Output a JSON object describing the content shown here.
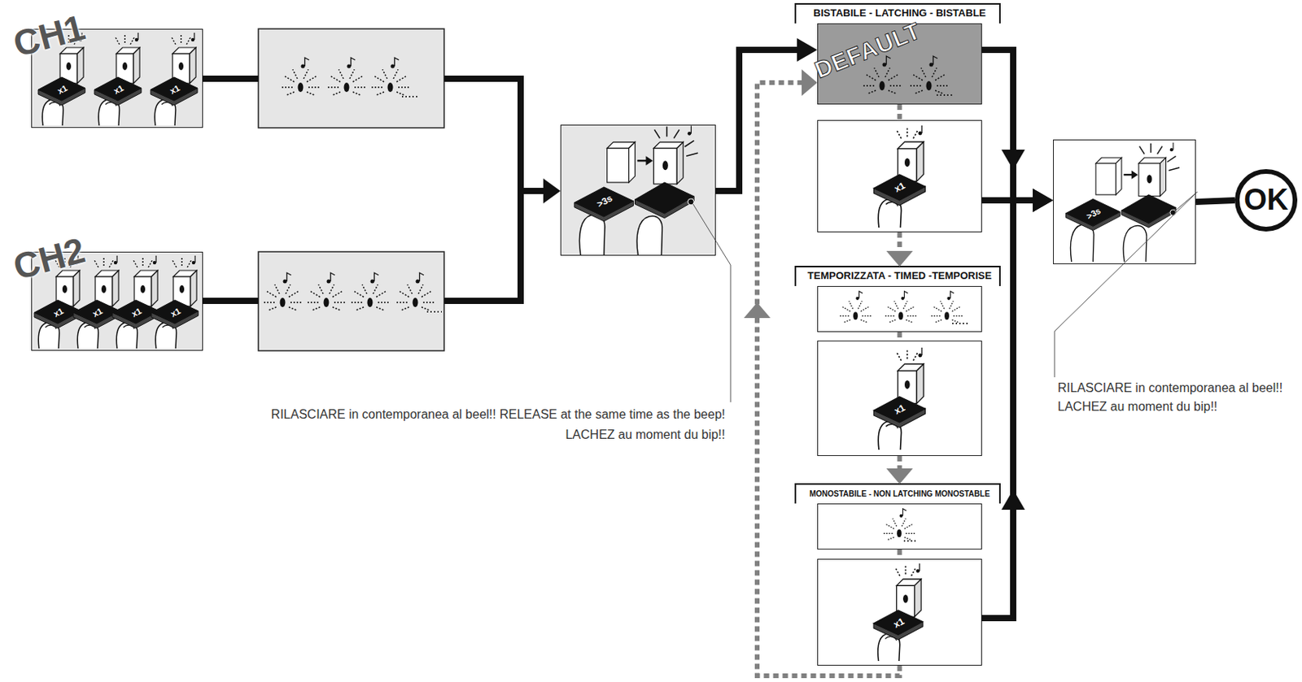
{
  "diagram": {
    "nodes": [
      {
        "text": [
          "CH1",
          "x1",
          "x1",
          "x1"
        ]
      },
      {
        "text": [
          "CH2",
          "x1",
          "x1",
          "x1",
          "x1"
        ]
      },
      {
        "text": [
          ">3s"
        ]
      },
      {
        "text": [
          "BISTABILE - LATCHING - BISTABLE",
          "DEFAULT"
        ]
      },
      {
        "text": [
          "x1"
        ]
      },
      {
        "text": [
          "TEMPORIZZATA - TIMED -TEMPORISE"
        ]
      },
      {
        "text": [
          "x1"
        ]
      },
      {
        "text": [
          "MONOSTABILE - NON LATCHING MONOSTABLE"
        ]
      },
      {
        "text": [
          "x1"
        ]
      },
      {
        "text": [
          ">3s"
        ]
      },
      {
        "text": [
          "OK"
        ]
      }
    ],
    "edges": [
      {
        "from": 2,
        "to": 3,
        "arrow": "to"
      },
      {
        "from": 3,
        "to": 4,
        "arrow": "none"
      },
      {
        "from": 4,
        "to": 5,
        "arrow": "to"
      },
      {
        "from": 5,
        "to": 6,
        "arrow": "none"
      },
      {
        "from": 6,
        "to": 7,
        "arrow": "to"
      },
      {
        "from": 7,
        "to": 8,
        "arrow": "none"
      },
      {
        "from": 8,
        "to": 3,
        "arrow": "to"
      },
      {
        "from": 3,
        "to": 9,
        "arrow": "to"
      },
      {
        "from": 4,
        "to": 9,
        "arrow": "to"
      },
      {
        "from": 8,
        "to": 9,
        "arrow": "to"
      },
      {
        "from": 9,
        "to": 10,
        "arrow": "none"
      }
    ],
    "labels": [
      "RILASCIARE in contemporanea al beel!! RELEASE at the same time as the beep!",
      "LACHEZ au moment du bip!!",
      "RILASCIARE in contemporanea al beel!!",
      "LACHEZ au moment du bip!!"
    ]
  }
}
